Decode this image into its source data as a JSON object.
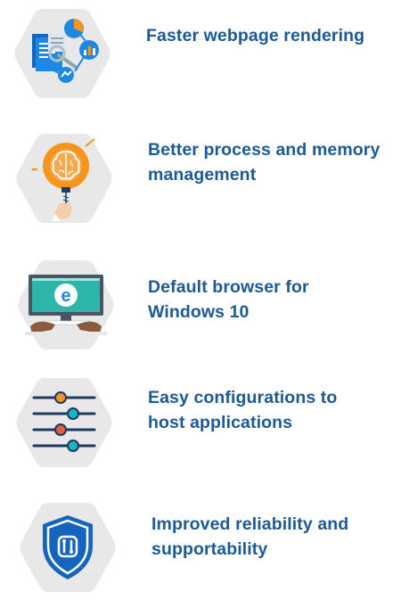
{
  "features": [
    {
      "icon": "webpage-rendering-icon",
      "lines": [
        "Faster webpage rendering"
      ]
    },
    {
      "icon": "brain-lightbulb-icon",
      "lines": [
        "Better process and memory",
        "management"
      ]
    },
    {
      "icon": "edge-browser-monitor-icon",
      "lines": [
        "Default browser for",
        "Windows 10"
      ]
    },
    {
      "icon": "sliders-icon",
      "lines": [
        "Easy configurations to",
        "host applications"
      ]
    },
    {
      "icon": "shield-tools-icon",
      "lines": [
        "Improved reliability and",
        "supportability"
      ]
    }
  ],
  "colors": {
    "text": "#1b5a96",
    "hexagon": "#e8e8e8",
    "brand_blue": "#1565c0",
    "orange": "#f7941d",
    "teal": "#16b6c4",
    "navy": "#1f3a5f"
  }
}
